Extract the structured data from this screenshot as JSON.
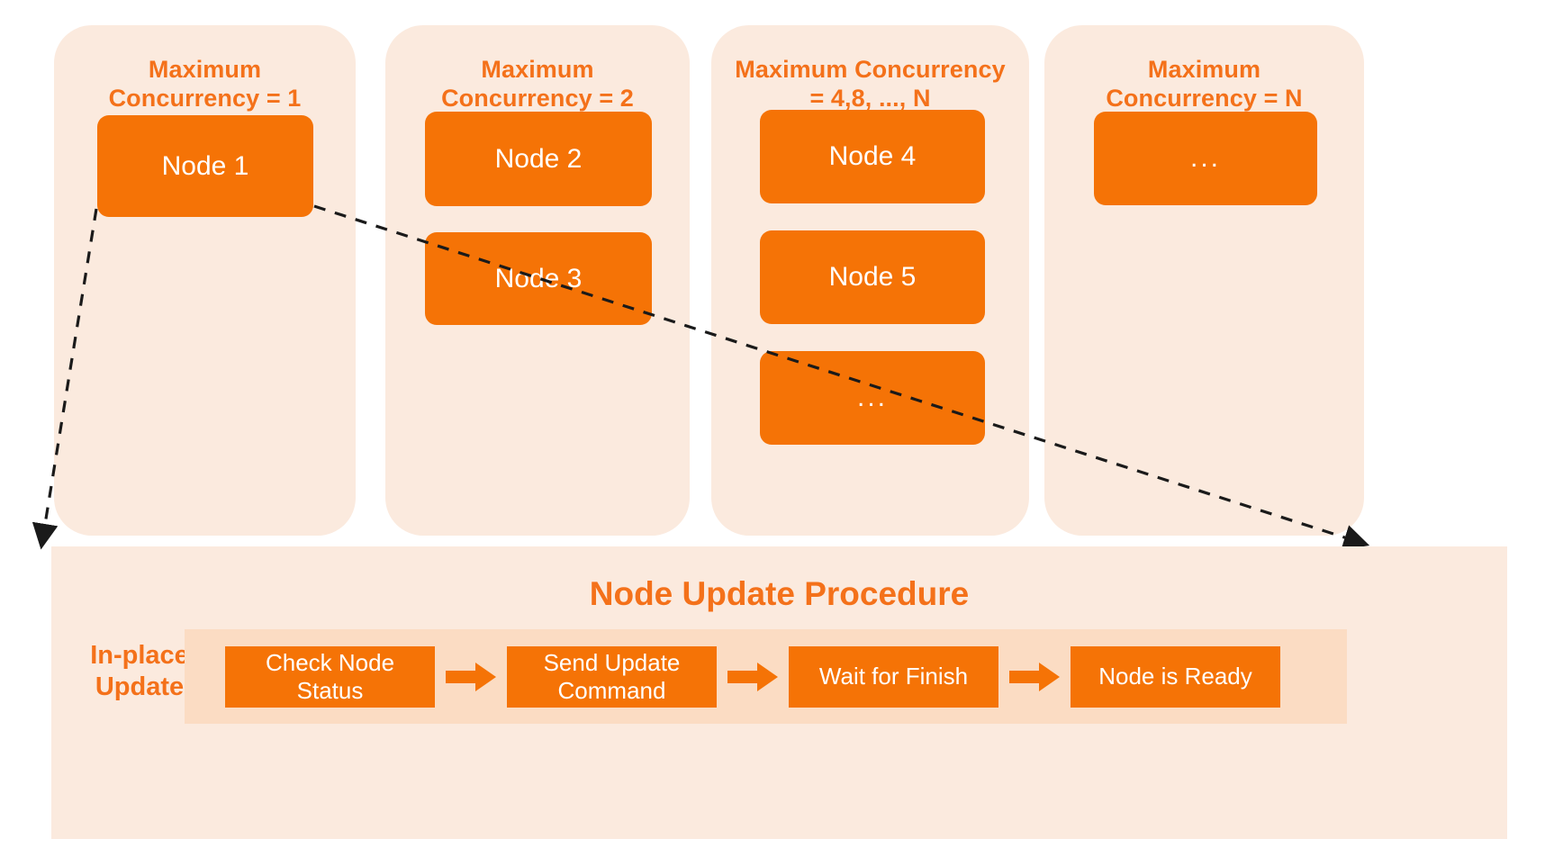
{
  "columns": [
    {
      "title": "Maximum\nConcurrency = 1",
      "nodes": [
        {
          "label": "Node 1"
        }
      ]
    },
    {
      "title": "Maximum\nConcurrency = 2",
      "nodes": [
        {
          "label": "Node 2"
        },
        {
          "label": "Node 3"
        }
      ]
    },
    {
      "title": "Maximum Concurrency\n= 4,8,  ...,  N",
      "nodes": [
        {
          "label": "Node 4"
        },
        {
          "label": "Node 5"
        },
        {
          "label": "..."
        }
      ]
    },
    {
      "title": "Maximum\nConcurrency = N",
      "nodes": [
        {
          "label": "..."
        }
      ]
    }
  ],
  "procedure": {
    "title": "Node Update Procedure",
    "row_label": "In-place\nUpdate",
    "steps": [
      {
        "label": "Check Node\nStatus"
      },
      {
        "label": "Send Update\nCommand"
      },
      {
        "label": "Wait for Finish"
      },
      {
        "label": "Node is Ready"
      }
    ],
    "arrow_icon": "right-arrow-icon"
  },
  "colors": {
    "node_orange": "#f57306",
    "title_orange": "#f4711a",
    "panel_bg": "#fbeade",
    "strip_bg": "#fbdcc3",
    "connector": "#1a1a1a",
    "page_bg": "#ffffff"
  }
}
